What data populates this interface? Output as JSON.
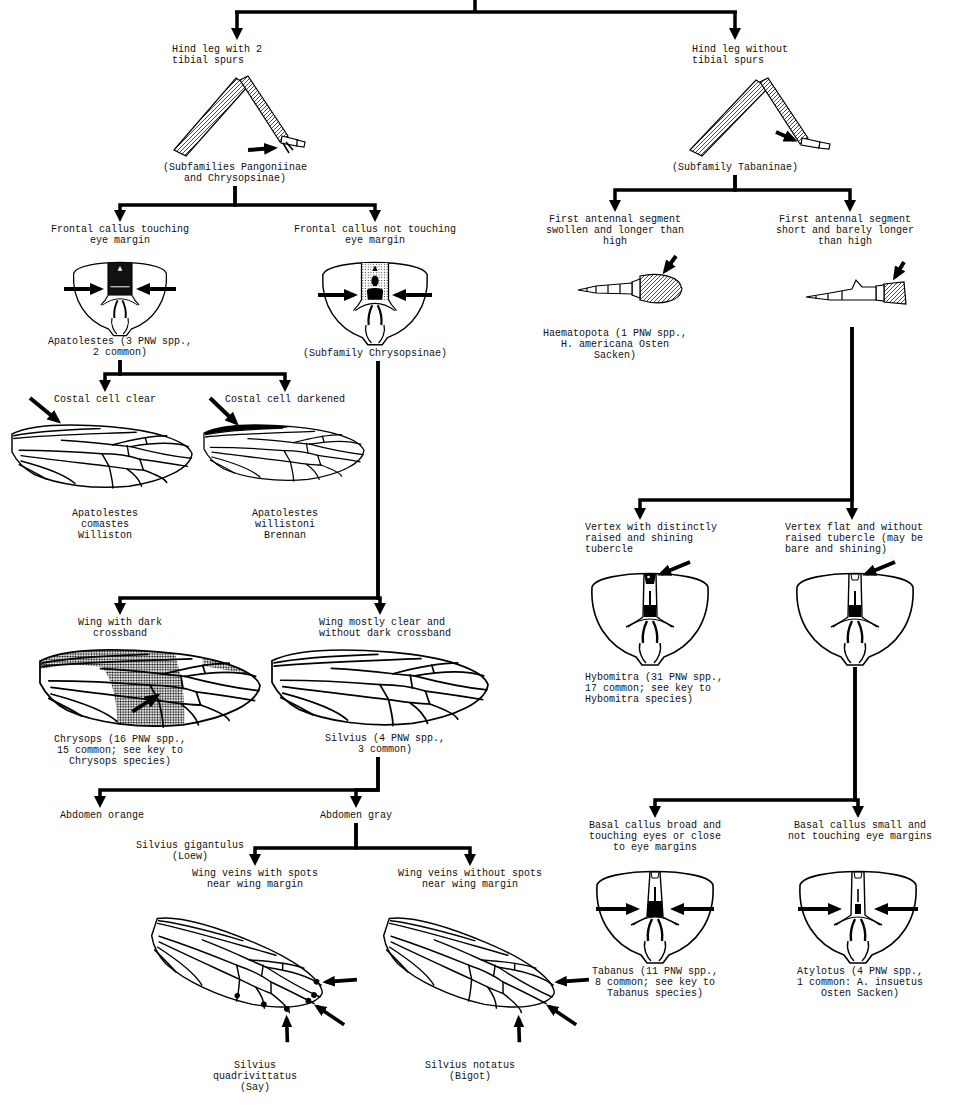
{
  "diagram": {
    "nodes": [
      {
        "text": [
          "Hind leg with 2 tibial spurs",
          "(Subfamilies Pangoniinae and Chrysopsinae)"
        ]
      },
      {
        "text": [
          "Hind leg without tibial spurs",
          "(Subfamily Tabaninae)"
        ]
      },
      {
        "text": [
          "Frontal callus touching eye margin",
          "Apatolestes (3 PNW spp., 2 common)"
        ]
      },
      {
        "text": [
          "Frontal callus not touching eye margin",
          "(Subfamily Chrysopsinae)"
        ]
      },
      {
        "text": [
          "First antennal segment swollen and longer than high",
          "Haematopota (1 PNW spp., H. americana Osten Sacken)"
        ]
      },
      {
        "text": [
          "First antennal segment short and barely longer than high"
        ]
      },
      {
        "text": [
          "Costal cell clear",
          "Apatolestes comastes Williston"
        ]
      },
      {
        "text": [
          "Costal cell darkened",
          "Apatolestes willistoni Brennan"
        ]
      },
      {
        "text": [
          "Vertex with distinctly raised and shining tubercle",
          "Hybomitra (31 PNW spp., 17 common; see key to Hybomitra species)"
        ]
      },
      {
        "text": [
          "Vertex flat and without raised tubercle (may be bare and shining)"
        ]
      },
      {
        "text": [
          "Wing with dark crossband",
          "Chrysops (16 PNW spp., 15 common; see key to Chrysops species)"
        ]
      },
      {
        "text": [
          "Wing mostly clear and without dark crossband",
          "Silvius (4 PNW spp., 3 common)"
        ]
      },
      {
        "text": [
          "Basal callus broad and touching eyes or close to eye margins",
          "Tabanus (11 PNW spp., 8 common; see key to Tabanus species)"
        ]
      },
      {
        "text": [
          "Basal callus small and not touching eye margins",
          "Atylotus (4 PNW spp., 1 common: A. insuetus Osten Sacken)"
        ]
      },
      {
        "text": [
          "Abdomen orange",
          "Silvius gigantulus (Loew)"
        ]
      },
      {
        "text": [
          "Abdomen gray"
        ]
      },
      {
        "text": [
          "Wing veins with spots near wing margin",
          "Silvius quadrivittatus (Say)"
        ]
      },
      {
        "text": [
          "Wing veins without spots near wing margin",
          "Silvius notatus (Bigot)"
        ]
      }
    ],
    "edges": [
      {
        "from": 0,
        "to": 2,
        "arrow": "to"
      },
      {
        "from": 0,
        "to": 3,
        "arrow": "to"
      },
      {
        "from": 1,
        "to": 4,
        "arrow": "to"
      },
      {
        "from": 1,
        "to": 5,
        "arrow": "to"
      },
      {
        "from": 2,
        "to": 6,
        "arrow": "to"
      },
      {
        "from": 2,
        "to": 7,
        "arrow": "to"
      },
      {
        "from": 3,
        "to": 10,
        "arrow": "to"
      },
      {
        "from": 3,
        "to": 11,
        "arrow": "to"
      },
      {
        "from": 5,
        "to": 8,
        "arrow": "to"
      },
      {
        "from": 5,
        "to": 9,
        "arrow": "to"
      },
      {
        "from": 9,
        "to": 12,
        "arrow": "to"
      },
      {
        "from": 9,
        "to": 13,
        "arrow": "to"
      },
      {
        "from": 11,
        "to": 14,
        "arrow": "to"
      },
      {
        "from": 11,
        "to": 15,
        "arrow": "to"
      },
      {
        "from": 15,
        "to": 16,
        "arrow": "to"
      },
      {
        "from": 15,
        "to": 17,
        "arrow": "to"
      }
    ]
  }
}
